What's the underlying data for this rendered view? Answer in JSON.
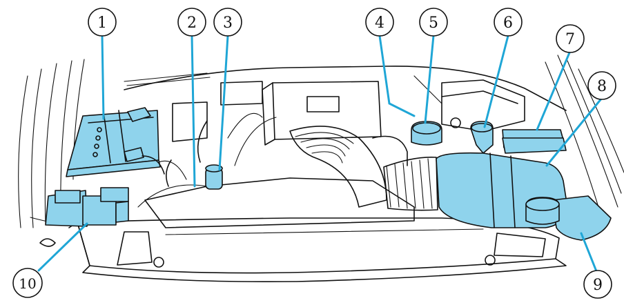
{
  "diagram": {
    "colors": {
      "highlight": "#8fd3ec",
      "leader": "#1fa6d6",
      "ink": "#111111"
    },
    "callouts": [
      {
        "id": "c1",
        "label": "1"
      },
      {
        "id": "c2",
        "label": "2"
      },
      {
        "id": "c3",
        "label": "3"
      },
      {
        "id": "c4",
        "label": "4"
      },
      {
        "id": "c5",
        "label": "5"
      },
      {
        "id": "c6",
        "label": "6"
      },
      {
        "id": "c7",
        "label": "7"
      },
      {
        "id": "c8",
        "label": "8"
      },
      {
        "id": "c9",
        "label": "9"
      },
      {
        "id": "c10",
        "label": "10"
      }
    ]
  }
}
